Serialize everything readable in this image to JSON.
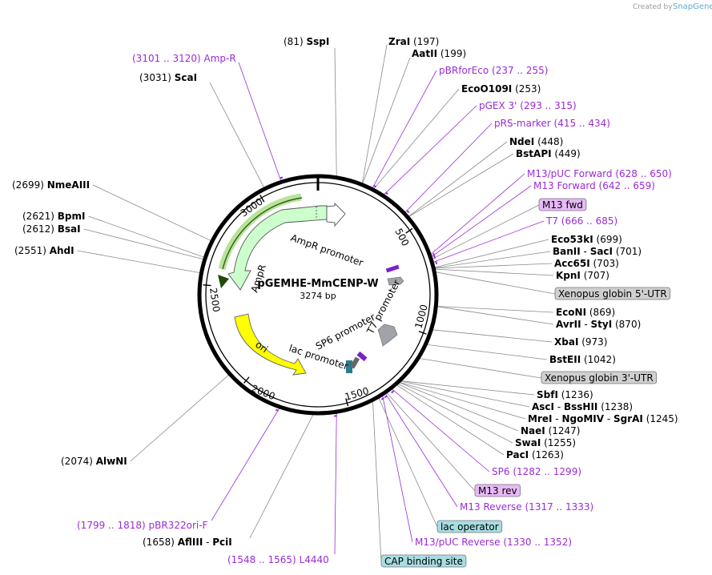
{
  "credit": {
    "prefix": "Created by",
    "brand": "SnapGene"
  },
  "map": {
    "name": "pGEMHE-MmCENP-W",
    "size": "3274 bp",
    "total_bp": 3274
  },
  "ticks": [
    "500",
    "1000",
    "1500",
    "2000",
    "2500",
    "3000"
  ],
  "features_on_map": {
    "ampr_promoter": "AmpR promoter",
    "ampr": "AmpR",
    "t7_promoter": "T7 promoter",
    "sp6_promoter": "SP6 promoter",
    "lac_promoter": "lac promoter",
    "ori": "ori"
  },
  "enzymes": [
    {
      "id": "sspi",
      "name": "SspI",
      "pos": "(81)"
    },
    {
      "id": "zrai",
      "name": "ZraI",
      "pos": "(197)"
    },
    {
      "id": "aatii",
      "name": "AatII",
      "pos": "(199)"
    },
    {
      "id": "ecoo109i",
      "name": "EcoO109I",
      "pos": "(253)"
    },
    {
      "id": "ndei",
      "name": "NdeI",
      "pos": "(448)"
    },
    {
      "id": "bstapi",
      "name": "BstAPI",
      "pos": "(449)"
    },
    {
      "id": "eco53ki",
      "name": "Eco53kI",
      "pos": "(699)"
    },
    {
      "id": "banii",
      "name": "BanII",
      "sep": "-",
      "name2": "SacI",
      "pos": "(701)"
    },
    {
      "id": "acc65i",
      "name": "Acc65I",
      "pos": "(703)"
    },
    {
      "id": "kpni",
      "name": "KpnI",
      "pos": "(707)"
    },
    {
      "id": "econi",
      "name": "EcoNI",
      "pos": "(869)"
    },
    {
      "id": "avrii",
      "name": "AvrII",
      "sep": "-",
      "name2": "StyI",
      "pos": "(870)"
    },
    {
      "id": "xbai",
      "name": "XbaI",
      "pos": "(973)"
    },
    {
      "id": "bsteii",
      "name": "BstEII",
      "pos": "(1042)"
    },
    {
      "id": "sbfi",
      "name": "SbfI",
      "pos": "(1236)"
    },
    {
      "id": "asci",
      "name": "AscI",
      "sep": "-",
      "name2": "BssHII",
      "pos": "(1238)"
    },
    {
      "id": "mrei",
      "name": "MreI",
      "sep": "-",
      "name2": "NgoMIV",
      "sep2": "-",
      "name3": "SgrAI",
      "pos": "(1245)"
    },
    {
      "id": "naei",
      "name": "NaeI",
      "pos": "(1247)"
    },
    {
      "id": "swai",
      "name": "SwaI",
      "pos": "(1255)"
    },
    {
      "id": "paci",
      "name": "PacI",
      "pos": "(1263)"
    },
    {
      "id": "aflii",
      "name": "AflIII",
      "sep": "-",
      "name2": "PciI",
      "pos": "(1658)"
    },
    {
      "id": "alwni",
      "name": "AlwNI",
      "pos": "(2074)"
    },
    {
      "id": "ahdi",
      "name": "AhdI",
      "pos": "(2551)"
    },
    {
      "id": "bsai",
      "name": "BsaI",
      "pos": "(2612)"
    },
    {
      "id": "bpmi",
      "name": "BpmI",
      "pos": "(2621)"
    },
    {
      "id": "nmeaiii",
      "name": "NmeAIII",
      "pos": "(2699)"
    },
    {
      "id": "scai",
      "name": "ScaI",
      "pos": "(3031)"
    }
  ],
  "primers": [
    {
      "id": "ampr-primer",
      "name": "Amp-R",
      "range": "(3101 .. 3120)"
    },
    {
      "id": "pbrforeco",
      "name": "pBRforEco",
      "range": "(237 .. 255)"
    },
    {
      "id": "pgex3",
      "name": "pGEX 3'",
      "range": "(293 .. 315)"
    },
    {
      "id": "prs-marker",
      "name": "pRS-marker",
      "range": "(415 .. 434)"
    },
    {
      "id": "m13-puc-fwd",
      "name": "M13/pUC Forward",
      "range": "(628 .. 650)"
    },
    {
      "id": "m13-forward",
      "name": "M13 Forward",
      "range": "(642 .. 659)"
    },
    {
      "id": "t7",
      "name": "T7",
      "range": "(666 .. 685)"
    },
    {
      "id": "sp6",
      "name": "SP6",
      "range": "(1282 .. 1299)"
    },
    {
      "id": "m13-reverse",
      "name": "M13 Reverse",
      "range": "(1317 .. 1333)"
    },
    {
      "id": "m13-puc-rev",
      "name": "M13/pUC Reverse",
      "range": "(1330 .. 1352)"
    },
    {
      "id": "l4440",
      "name": "L4440",
      "range": "(1548 .. 1565)"
    },
    {
      "id": "pbr322ori",
      "name": "pBR322ori-F",
      "range": "(1799 .. 1818)"
    }
  ],
  "boxed_features": {
    "m13_fwd": "M13 fwd",
    "m13_rev": "M13 rev",
    "xenopus_5utr": "Xenopus globin 5'-UTR",
    "xenopus_3utr": "Xenopus globin 3'-UTR",
    "lac_operator": "lac operator",
    "cap_site": "CAP binding site"
  },
  "colors": {
    "primer": "#9b2bd6",
    "ampr_fill": "#ccffcc",
    "ampr_promoter_fill": "#ffffff",
    "ori_fill": "#ffff00",
    "promoter_grey": "#a0a4a8",
    "boxed_grey": "#d0d0d0",
    "boxed_purple": "#e8b8f8",
    "boxed_teal": "#a8dde2",
    "backbone": "#000000"
  }
}
